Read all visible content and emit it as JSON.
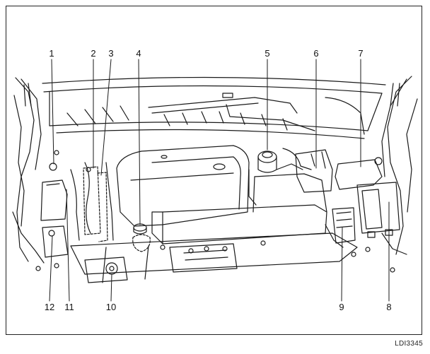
{
  "figure_id": "LDI3345",
  "callouts": {
    "c1": "1",
    "c2": "2",
    "c3": "3",
    "c4": "4",
    "c5": "5",
    "c6": "6",
    "c7": "7",
    "c8": "8",
    "c9": "9",
    "c10": "10",
    "c11": "11",
    "c12": "12"
  }
}
